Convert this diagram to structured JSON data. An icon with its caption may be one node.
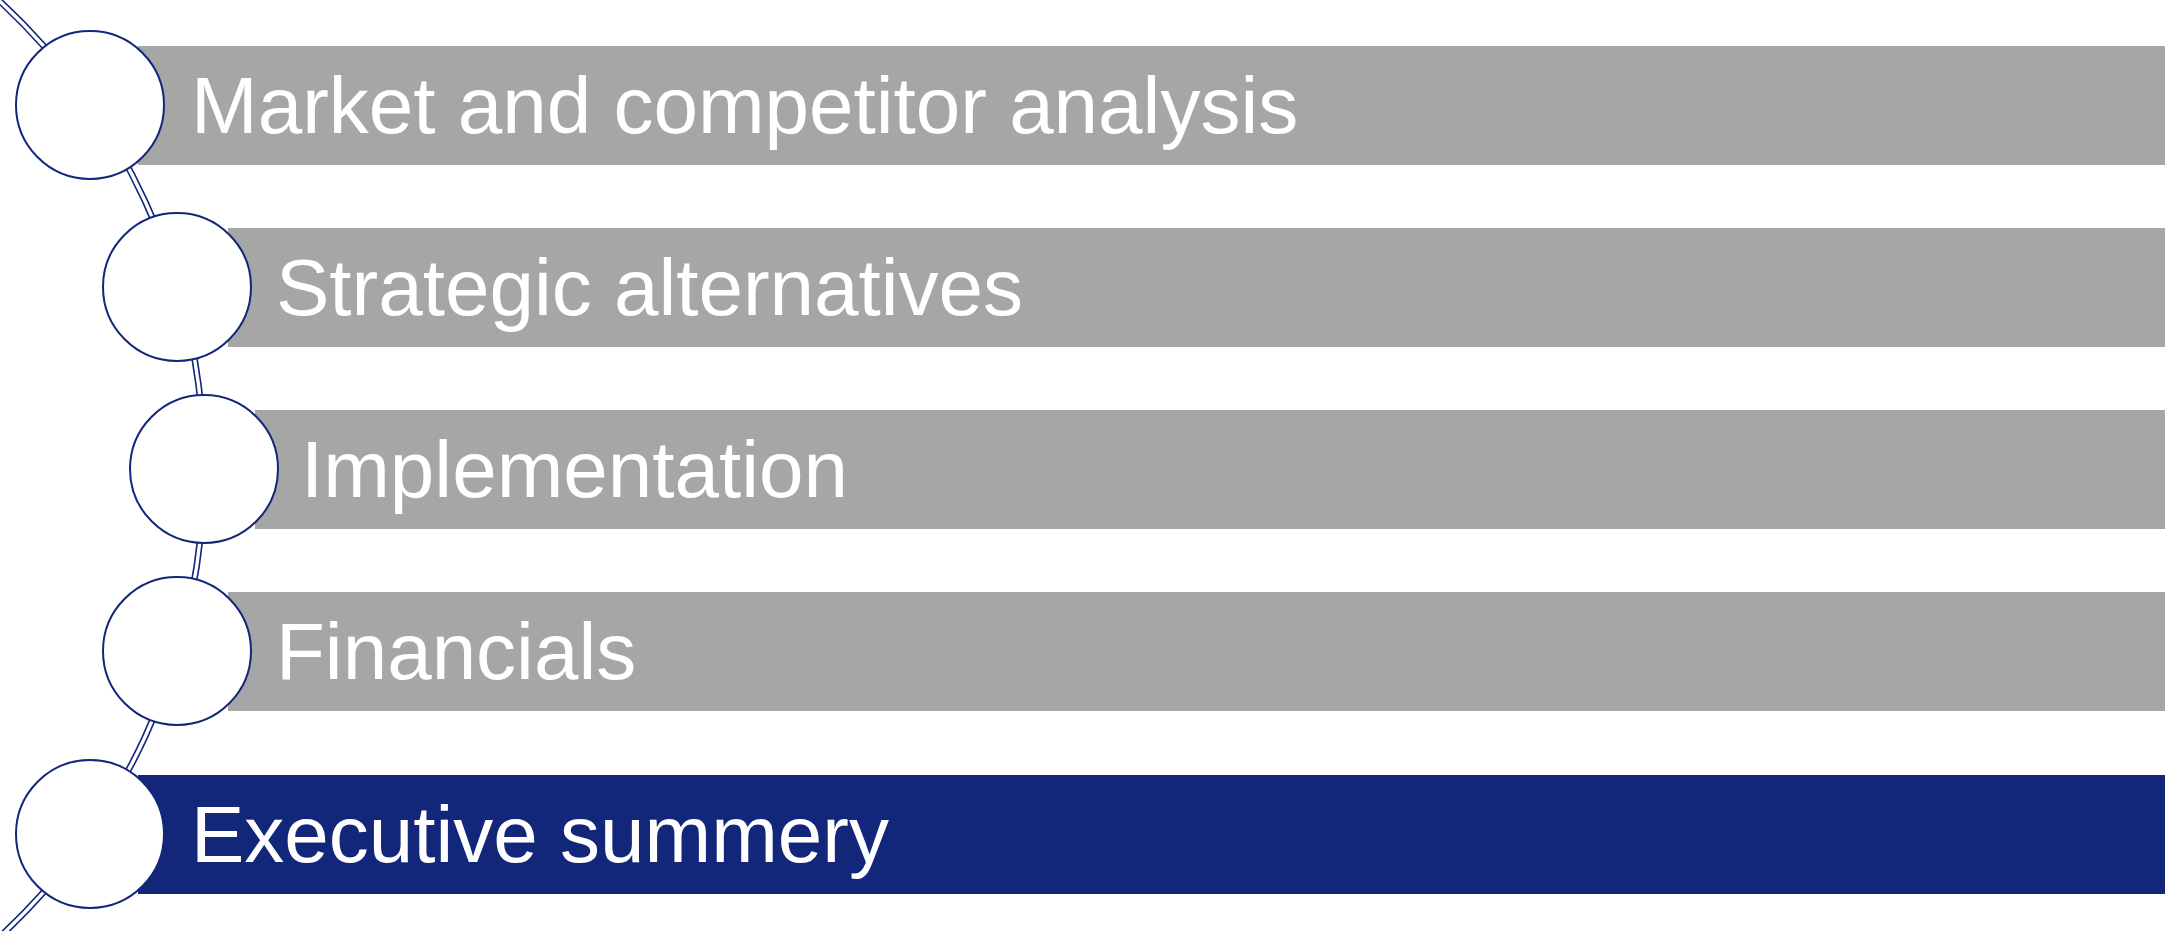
{
  "diagram": {
    "nodes": [
      {
        "text": [
          "Market and competitor analysis"
        ]
      },
      {
        "text": [
          "Strategic alternatives"
        ]
      },
      {
        "text": [
          "Implementation"
        ]
      },
      {
        "text": [
          "Financials"
        ]
      },
      {
        "text": [
          "Executive summery"
        ]
      },
      {
        "text": [],
        "shape": "circle"
      },
      {
        "text": [],
        "shape": "circle"
      },
      {
        "text": [],
        "shape": "circle"
      },
      {
        "text": [],
        "shape": "circle"
      },
      {
        "text": [],
        "shape": "circle"
      }
    ]
  }
}
